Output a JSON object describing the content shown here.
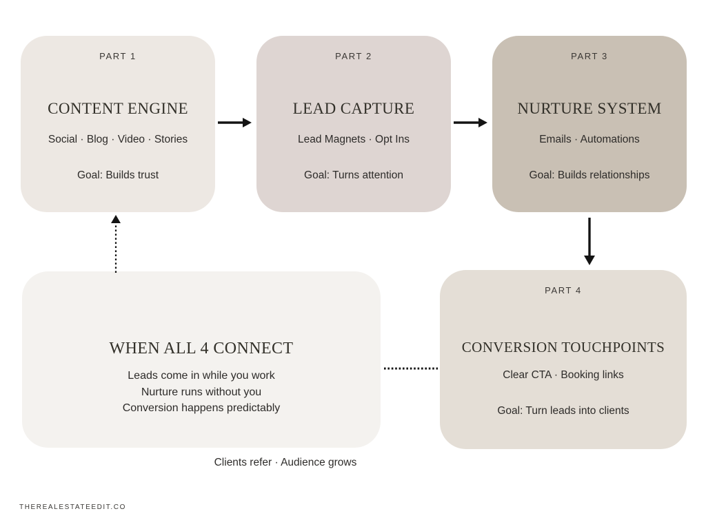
{
  "parts": [
    {
      "label": "PART 1",
      "title": "CONTENT ENGINE",
      "items": "Social · Blog · Video · Stories",
      "goal": "Goal: Builds trust",
      "bg": "#EDE8E3"
    },
    {
      "label": "PART 2",
      "title": "LEAD CAPTURE",
      "items": "Lead Magnets · Opt Ins",
      "goal": "Goal: Turns attention",
      "bg": "#DED5D2"
    },
    {
      "label": "PART 3",
      "title": "NURTURE SYSTEM",
      "items": "Emails · Automations",
      "goal": "Goal: Builds relationships",
      "bg": "#C9C0B4"
    },
    {
      "label": "PART 4",
      "title": "CONVERSION TOUCHPOINTS",
      "items": "Clear CTA · Booking links",
      "goal": "Goal: Turn leads into clients",
      "bg": "#E4DED6"
    }
  ],
  "connect_box": {
    "title": "WHEN ALL 4 CONNECT",
    "line1": "Leads come in while you work",
    "line2": "Nurture runs without you",
    "line3": "Conversion happens predictably",
    "bg": "#F4F2EF"
  },
  "caption": "Clients refer · Audience grows",
  "footer": "THEREALESTATEEDIT.CO",
  "colors": {
    "background": "#FFFFFF",
    "arrow": "#141414",
    "title_text": "#323029",
    "body_text": "#2D2B29"
  }
}
